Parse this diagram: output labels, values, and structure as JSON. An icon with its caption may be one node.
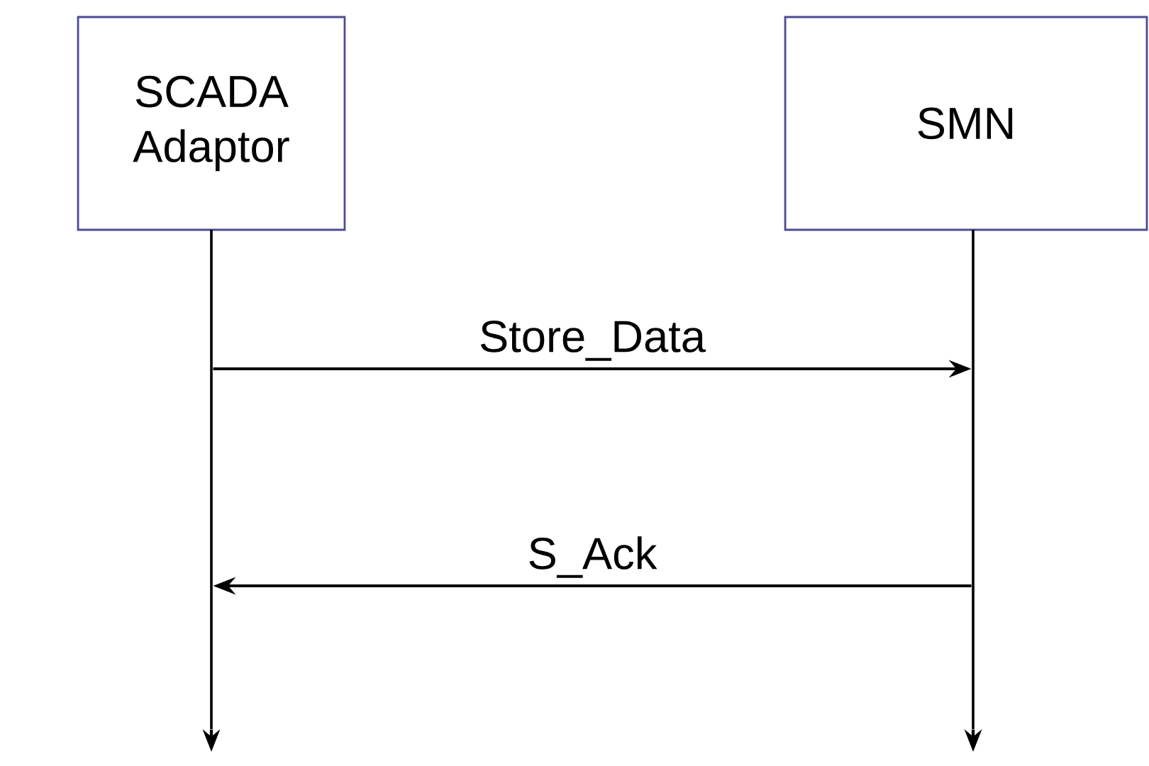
{
  "diagram": {
    "nodes": [
      {
        "text": [
          "SCADA Adaptor"
        ]
      },
      {
        "text": [
          "SMN"
        ]
      },
      {
        "text": [],
        "shape": "line"
      },
      {
        "text": [],
        "shape": "line"
      }
    ],
    "edges": [
      {
        "from": 2,
        "to": null,
        "arrow": "to"
      },
      {
        "from": 3,
        "to": null,
        "arrow": "to"
      },
      {
        "from": 2,
        "to": 3,
        "label": "Store_Data",
        "arrow": "to"
      },
      {
        "from": 3,
        "to": 2,
        "label": "S_Ack",
        "arrow": "to"
      }
    ]
  }
}
